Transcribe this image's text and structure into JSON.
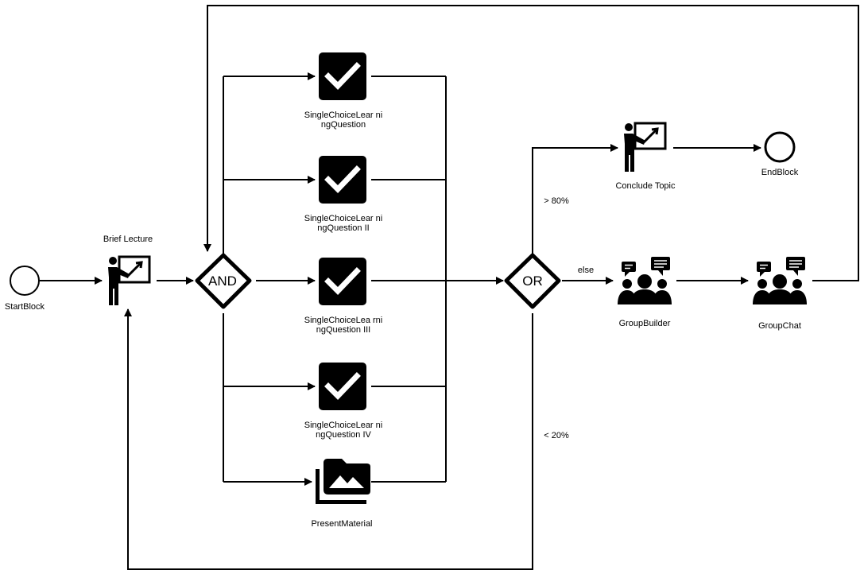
{
  "nodes": {
    "start": {
      "label": "StartBlock"
    },
    "brief_lecture": {
      "label": "Brief Lecture"
    },
    "and_gateway": {
      "label": "AND"
    },
    "q1": {
      "label": "SingleChoiceLear ningQuestion"
    },
    "q2": {
      "label": "SingleChoiceLear ningQuestion II"
    },
    "q3": {
      "label": "SingleChoiceLea rningQuestion III"
    },
    "q4": {
      "label": "SingleChoiceLear ningQuestion IV"
    },
    "present_material": {
      "label": "PresentMaterial"
    },
    "or_gateway": {
      "label": "OR"
    },
    "conclude_topic": {
      "label": "Conclude Topic"
    },
    "end": {
      "label": "EndBlock"
    },
    "group_builder": {
      "label": "GroupBuilder"
    },
    "group_chat": {
      "label": "GroupChat"
    }
  },
  "edges": {
    "gt80": {
      "label": "> 80%"
    },
    "else": {
      "label": "else"
    },
    "lt20": {
      "label": "< 20%"
    }
  },
  "icons": {
    "lecture": "teacher-board-icon",
    "question": "checkbox-icon",
    "material": "photo-folder-icon",
    "group": "group-chat-icon"
  }
}
